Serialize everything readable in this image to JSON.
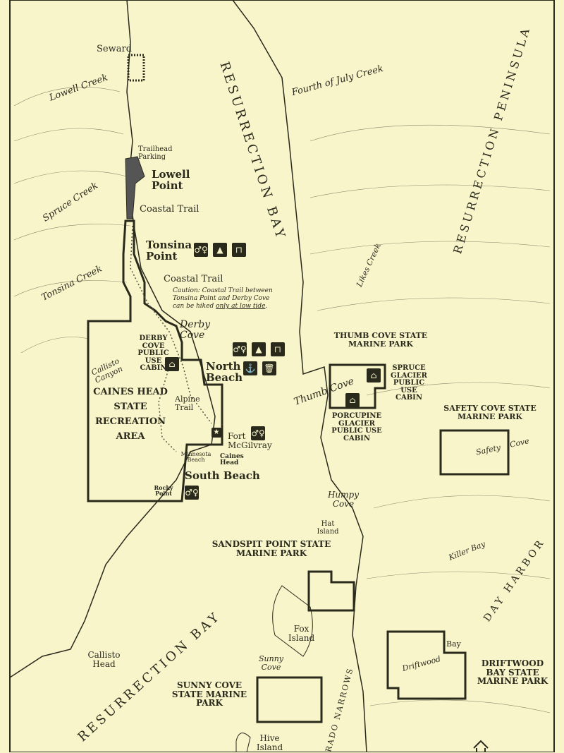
{
  "colors": {
    "background": "#f9f5cb",
    "ink": "#2a2a1c",
    "trail": "#555544"
  },
  "labels": {
    "seward": "Seward",
    "lowell_creek": "Lowell Creek",
    "resurrection_bay_north": "RESURRECTION BAY",
    "fourth_of_july_creek": "Fourth of July Creek",
    "resurrection_peninsula": "RESURRECTION PENINSULA",
    "trailhead_parking": "Trailhead Parking",
    "lowell_point": "Lowell Point",
    "spruce_creek": "Spruce Creek",
    "coastal_trail_1": "Coastal Trail",
    "tonsina_point": "Tonsina Point",
    "tonsina_creek": "Tonsina Creek",
    "coastal_trail_2": "Coastal Trail",
    "caution_1": "Caution: Coastal Trail between",
    "caution_2": "Tonsina Point and Derby Cove",
    "caution_3": "can be hiked ",
    "caution_emph": "only at low tide",
    "caution_end": ".",
    "derby_cove": "Derby Cove",
    "likes_creek": "Likes Creek",
    "derby_cove_cabin": "DERBY COVE PUBLIC USE CABIN",
    "callisto_canyon": "Callisto Canyon",
    "north_beach": "North Beach",
    "caines_head_sra": "CAINES HEAD STATE RECREATION AREA",
    "alpine_trail": "Alpine Trail",
    "fort_mcgilvray": "Fort McGilvray",
    "minnesota_beach": "Minnesota Beach",
    "caines_head": "Caines Head",
    "south_beach": "South Beach",
    "rocky_point": "Rocky Point",
    "thumb_cove_smp": "THUMB COVE STATE MARINE PARK",
    "thumb_cove": "Thumb Cove",
    "spruce_glacier_cabin": "SPRUCE GLACIER PUBLIC USE CABIN",
    "porcupine_glacier_cabin": "PORCUPINE GLACIER PUBLIC USE CABIN",
    "safety_cove_smp": "SAFETY COVE STATE MARINE PARK",
    "safety": "Safety",
    "cove": "Cove",
    "humpy_cove": "Humpy Cove",
    "hat_island": "Hat Island",
    "killer_bay": "Killer Bay",
    "sandspit_point_smp": "SANDSPIT POINT STATE MARINE PARK",
    "day_harbor": "DAY HARBOR",
    "fox_island": "Fox Island",
    "callisto_head": "Callisto Head",
    "resurrection_bay_south": "RESURRECTION BAY",
    "sunny_cove": "Sunny Cove",
    "sunny_cove_smp": "SUNNY COVE STATE MARINE PARK",
    "hive_island": "Hive Island",
    "eldorado_narrows": "RADO NARROWS",
    "bay": "Bay",
    "driftwood": "Driftwood",
    "driftwood_bay_smp": "DRIFTWOOD BAY STATE MARINE PARK"
  },
  "icons": {
    "restroom": "restroom-icon",
    "camping": "tent-icon",
    "picnic": "picnic-table-icon",
    "anchorage": "anchor-icon",
    "trash": "trash-icon",
    "cabin": "cabin-icon",
    "historic_site": "star-icon"
  }
}
